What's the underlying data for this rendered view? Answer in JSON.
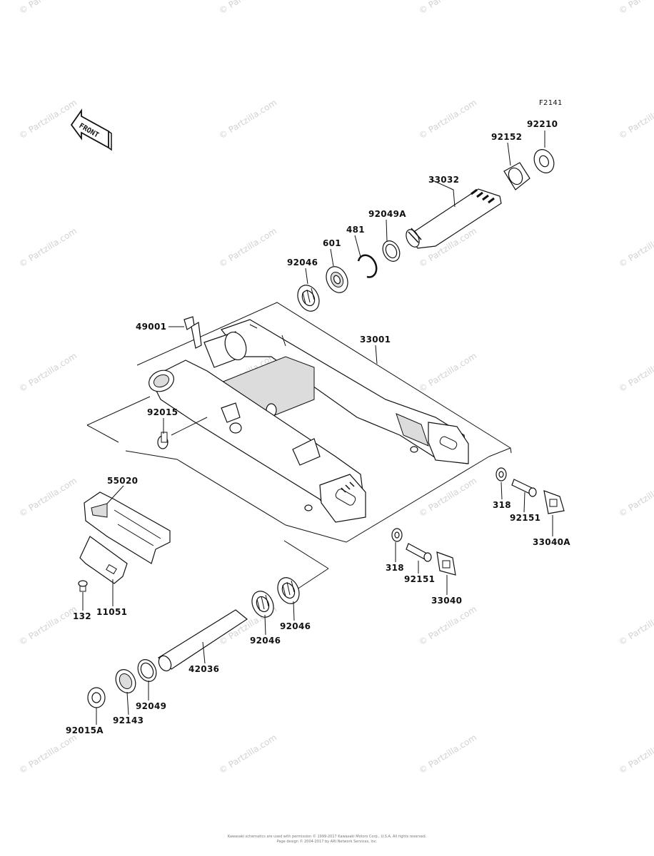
{
  "diagram": {
    "figure_id": "F2141",
    "front_label": "FRONT",
    "watermark": "© Partzilla.com",
    "footer_line1": "Kawasaki schematics are used with permission © 1999-2017 Kawasaki Motors Corp., U.S.A. All rights reserved.",
    "footer_line2": "Page design © 2004-2017 by ARI Network Services, Inc."
  },
  "parts": {
    "p92210": "92210",
    "p92152": "92152",
    "p33032": "33032",
    "p92049A": "92049A",
    "p481": "481",
    "p601": "601",
    "p92046_top": "92046",
    "p49001": "49001",
    "p33001": "33001",
    "p92015": "92015",
    "p55020": "55020",
    "p318_right": "318",
    "p92151_right": "92151",
    "p33040A": "33040A",
    "p318_mid": "318",
    "p92151_mid": "92151",
    "p33040": "33040",
    "p11051": "11051",
    "p132": "132",
    "p92046_lower_right": "92046",
    "p92046_lower_left": "92046",
    "p42036": "42036",
    "p92049": "92049",
    "p92143": "92143",
    "p92015A": "92015A"
  }
}
